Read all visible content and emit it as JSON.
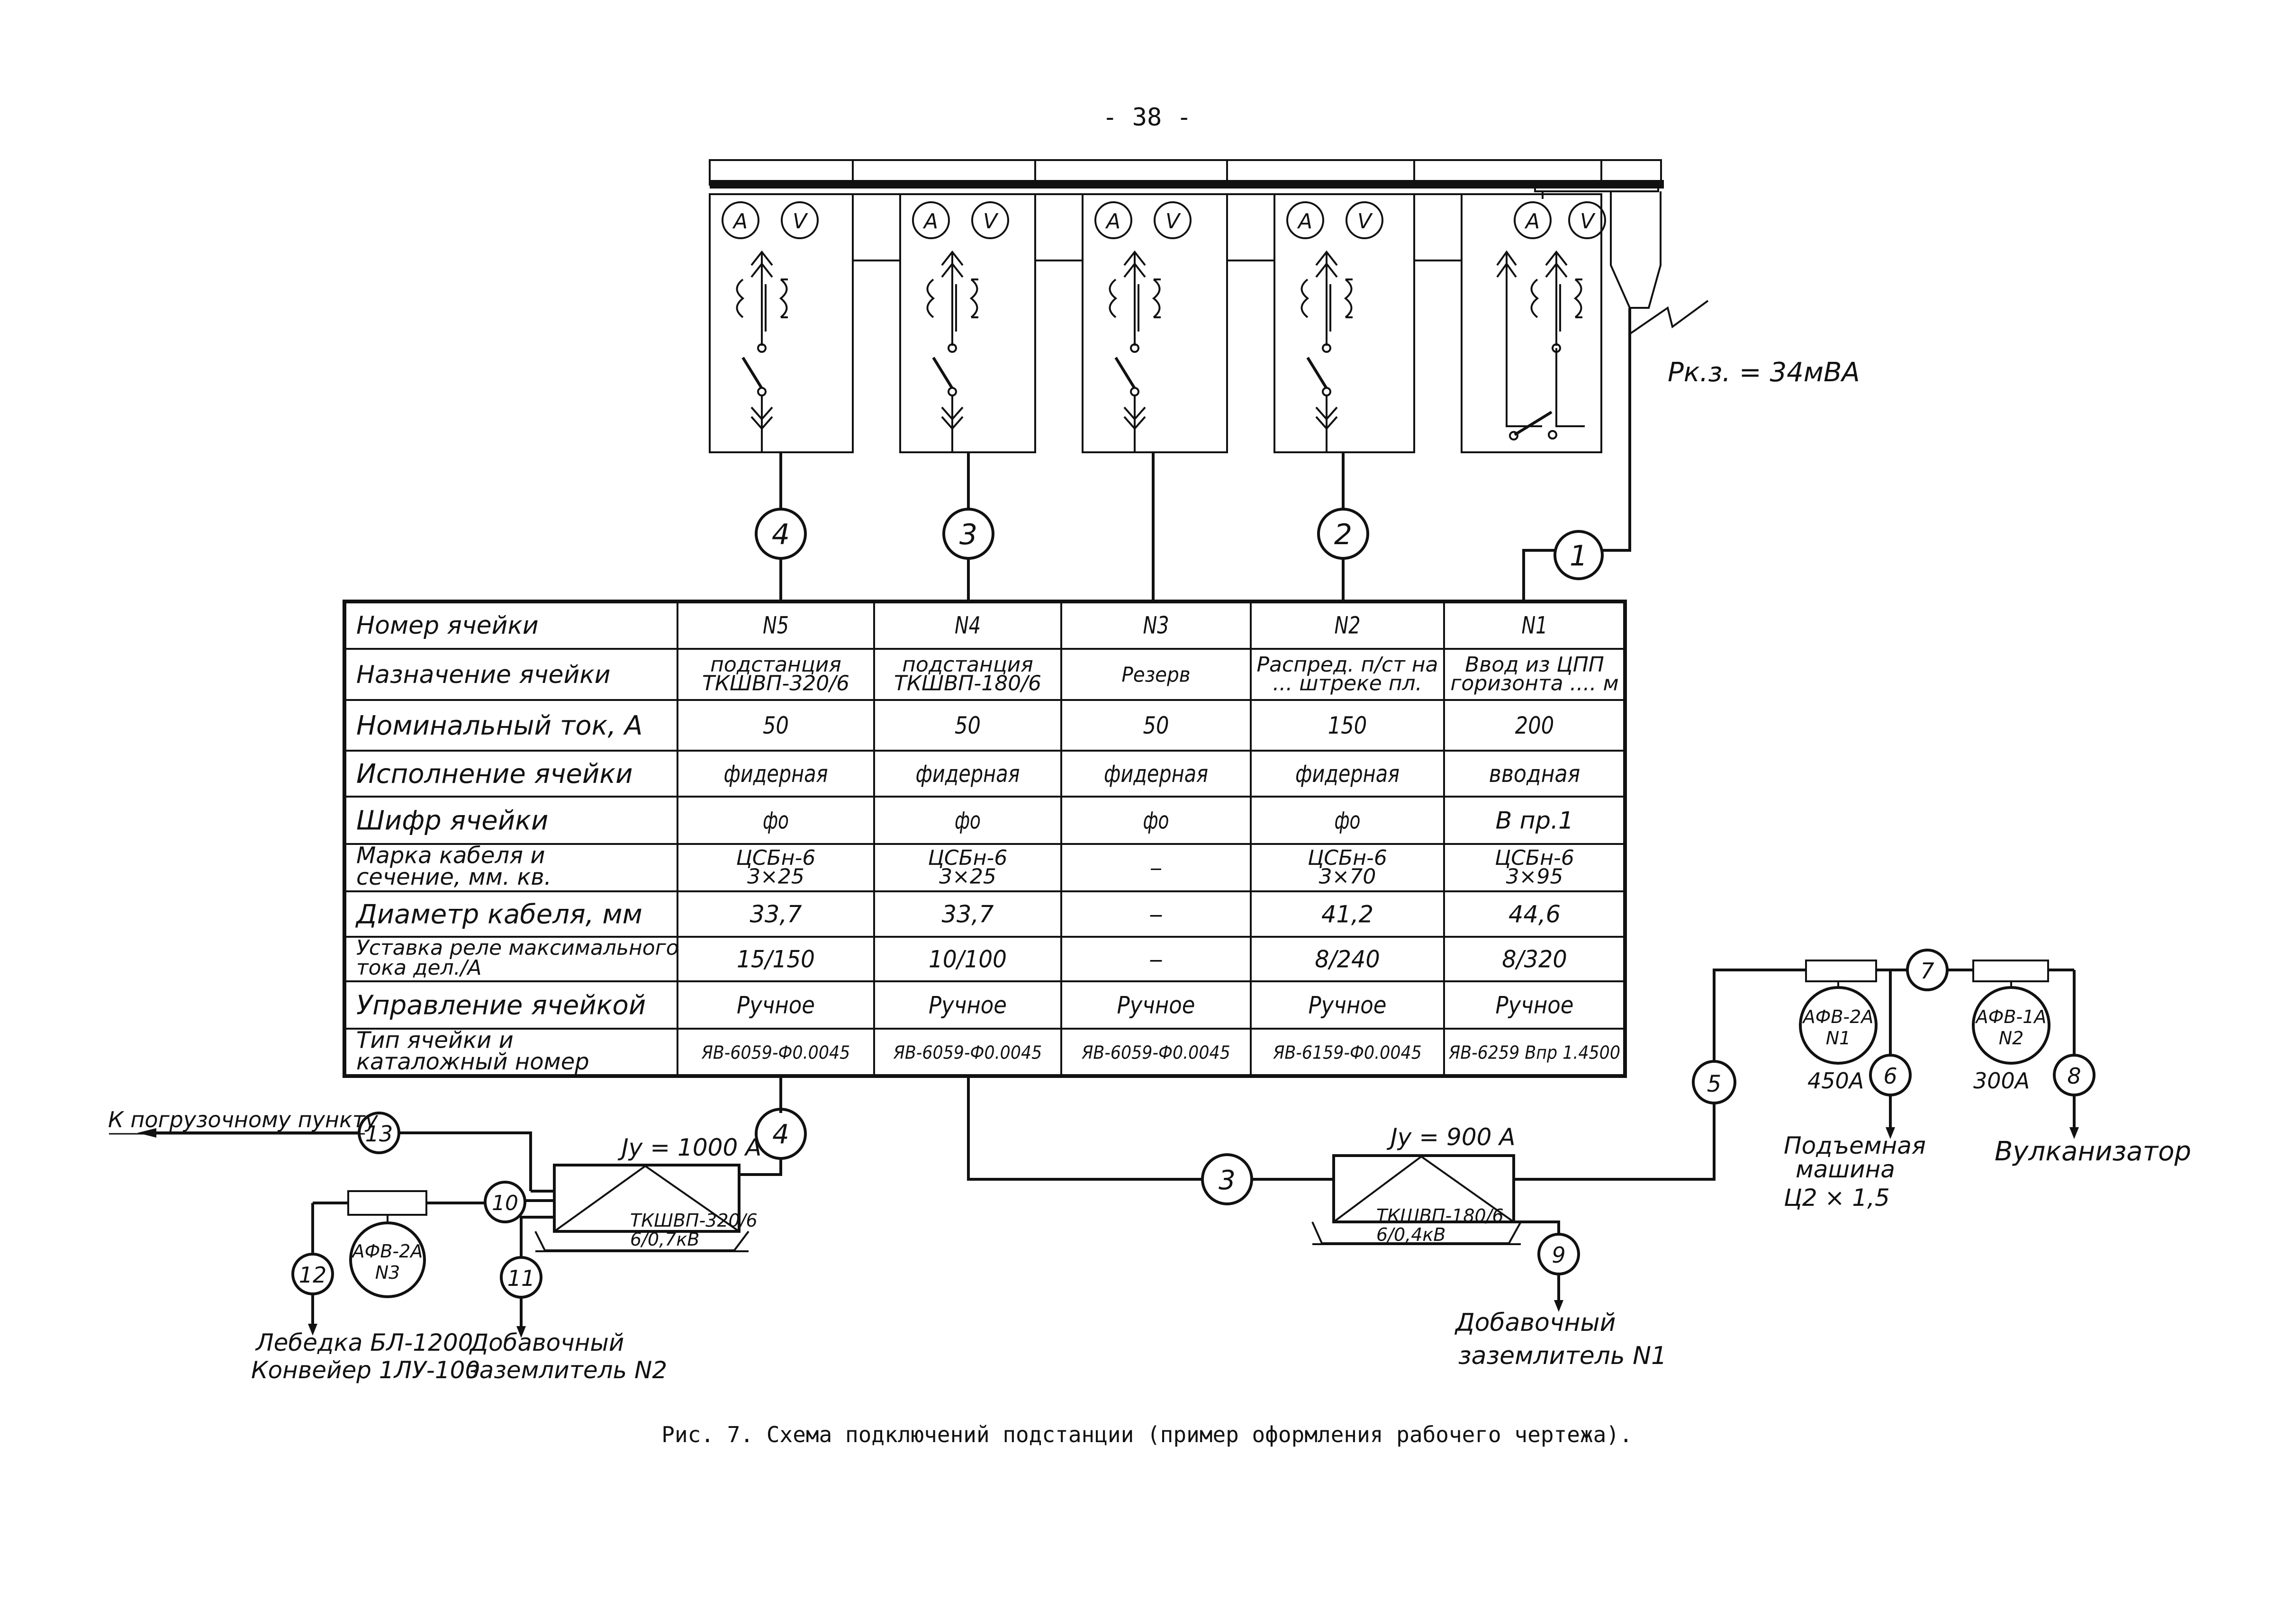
{
  "page_number": "- 38 -",
  "short_circuit_power": "Pк.з. = 34мВА",
  "meters": {
    "ammeter": "А",
    "voltmeter": "V"
  },
  "feeder_circles": [
    {
      "num": "4"
    },
    {
      "num": "3"
    },
    {
      "num": "2"
    },
    {
      "num": "1"
    }
  ],
  "table": {
    "columns": [
      "N5",
      "N4",
      "N3",
      "N2",
      "N1"
    ],
    "rows": [
      {
        "label": "Номер ячейки",
        "cells": [
          "N5",
          "N4",
          "N3",
          "N2",
          "N1"
        ]
      },
      {
        "label": "Назначение ячейки",
        "cells": [
          "подстанция ТКШВП-320/6",
          "подстанция ТКШВП-180/6",
          "Резерв",
          "Распред. п/ст на ... штреке пл.",
          "Ввод из ЦПП горизонта .... м"
        ]
      },
      {
        "label": "Номинальный ток, А",
        "cells": [
          "50",
          "50",
          "50",
          "150",
          "200"
        ]
      },
      {
        "label": "Исполнение ячейки",
        "cells": [
          "фидерная",
          "фидерная",
          "фидерная",
          "фидерная",
          "вводная"
        ]
      },
      {
        "label": "Шифр ячейки",
        "cells": [
          "фо",
          "фо",
          "фо",
          "фо",
          "В пр.1"
        ]
      },
      {
        "label": "Марка кабеля и сечение, мм. кв.",
        "cells": [
          "ЦСБн-6 3×25",
          "ЦСБн-6 3×25",
          "—",
          "ЦСБн-6 3×70",
          "ЦСБн-6 3×95"
        ]
      },
      {
        "label": "Диаметр кабеля, мм",
        "cells": [
          "33,7",
          "33,7",
          "—",
          "41,2",
          "44,6"
        ]
      },
      {
        "label": "Уставка реле максимального тока дел./А",
        "cells": [
          "15/150",
          "10/100",
          "—",
          "8/240",
          "8/320"
        ]
      },
      {
        "label": "Управление ячейкой",
        "cells": [
          "Ручное",
          "Ручное",
          "Ручное",
          "Ручное",
          "Ручное"
        ]
      },
      {
        "label": "Тип ячейки и каталожный номер",
        "cells": [
          "ЯВ-6059-Ф0.0045",
          "ЯВ-6059-Ф0.0045",
          "ЯВ-6059-Ф0.0045",
          "ЯВ-6159-Ф0.0045",
          "ЯВ-6259 Впр 1.4500"
        ]
      }
    ]
  },
  "left_sub": {
    "current": "Jу = 1000 А",
    "name": "ТКШВП-320/6",
    "voltage": "6/0,7кВ",
    "afv": {
      "line1": "АФВ-2А",
      "line2": "N3"
    },
    "to_loading": "К погрузочному пункту",
    "winch": "Лебедка БЛ-1200",
    "conveyor": "Конвейер 1ЛУ-100",
    "ground": {
      "line1": "Добавочный",
      "line2": "заземлитель N2"
    }
  },
  "right_sub": {
    "current": "Jу = 900 А",
    "name": "ТКШВП-180/6",
    "voltage": "6/0,4кВ",
    "ground": {
      "line1": "Добавочный",
      "line2": "заземлитель N1"
    }
  },
  "branch": {
    "afv1": {
      "line1": "АФВ-2А",
      "line2": "N1",
      "current": "450А"
    },
    "afv2": {
      "line1": "АФВ-1А",
      "line2": "N2",
      "current": "300А"
    },
    "hoist": {
      "line1": "Подъемная",
      "line2": "машина",
      "line3": "Ц2 × 1,5"
    },
    "vulcanizer": "Вулканизатор"
  },
  "numbers": {
    "n4b": "4",
    "n3b": "3",
    "n5": "5",
    "n6": "6",
    "n7": "7",
    "n8": "8",
    "n9": "9",
    "n10": "10",
    "n11": "11",
    "n12": "12",
    "n13": "13"
  },
  "caption": "Рис. 7. Схема подключений подстанции (пример оформления рабочего чертежа)."
}
